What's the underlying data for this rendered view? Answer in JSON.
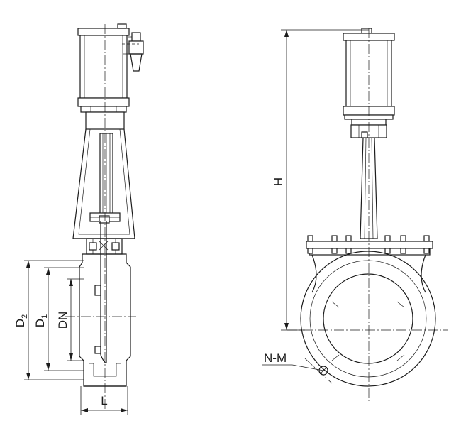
{
  "labels": {
    "d2_main": "D",
    "d2_sub": "2",
    "d1_main": "D",
    "d1_sub": "1",
    "dn": "DN",
    "length": "L",
    "height": "H",
    "bolt_holes": "N-M"
  }
}
